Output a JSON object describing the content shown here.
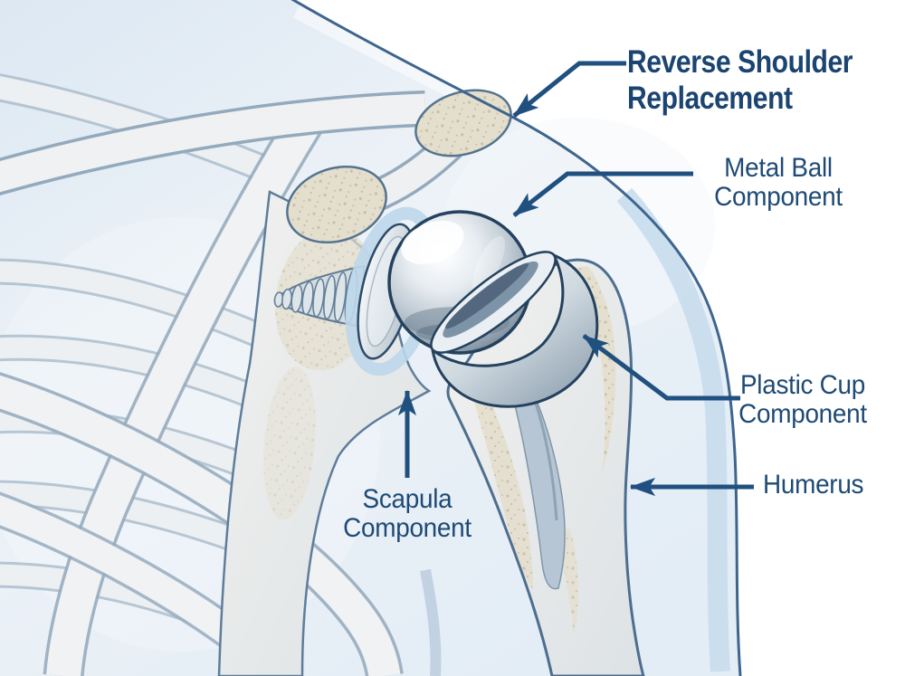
{
  "title": "Reverse Shoulder\nReplacement",
  "labels": {
    "metal_ball": "Metal Ball\nComponent",
    "plastic_cup": "Plastic Cup\nComponent",
    "humerus": "Humerus",
    "scapula": "Scapula\nComponent"
  },
  "colors": {
    "title_text": "#1b4471",
    "label_text": "#1e4a75",
    "arrow": "#20507f",
    "body_fill": "#dde8f3",
    "skin_outline": "#3f658c",
    "bone_fill": "#eceeed",
    "bone_outline": "#5e7d9c",
    "metal_light": "#f5f7f9",
    "metal_dark": "#5c6d7c",
    "implant_halo": "#bcd7ea"
  }
}
